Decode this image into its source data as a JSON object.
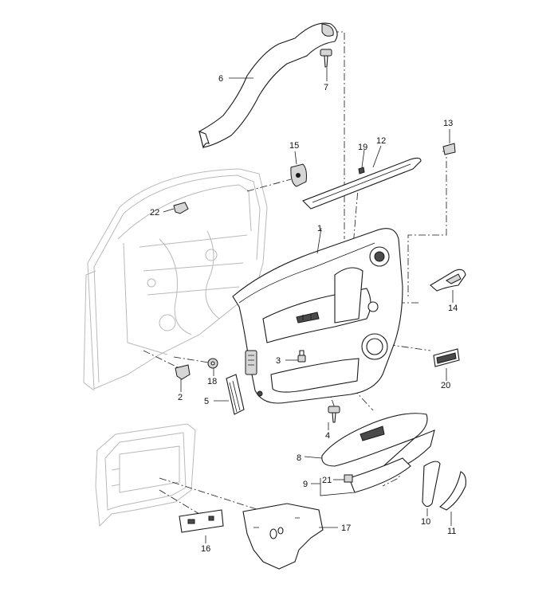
{
  "callouts": {
    "c1": "1",
    "c2": "2",
    "c3": "3",
    "c4": "4",
    "c5": "5",
    "c6": "6",
    "c7": "7",
    "c8": "8",
    "c9": "9",
    "c10": "10",
    "c11": "11",
    "c12": "12",
    "c13": "13",
    "c14": "14",
    "c15": "15",
    "c16": "16",
    "c17": "17",
    "c18": "18",
    "c19": "19",
    "c20": "20",
    "c21": "21",
    "c22": "22"
  },
  "colors": {
    "line": "#1a1a1a",
    "ghost_body": "#b9b9b9",
    "part_fill": "#ffffff",
    "shade": "#d6d6d6"
  }
}
